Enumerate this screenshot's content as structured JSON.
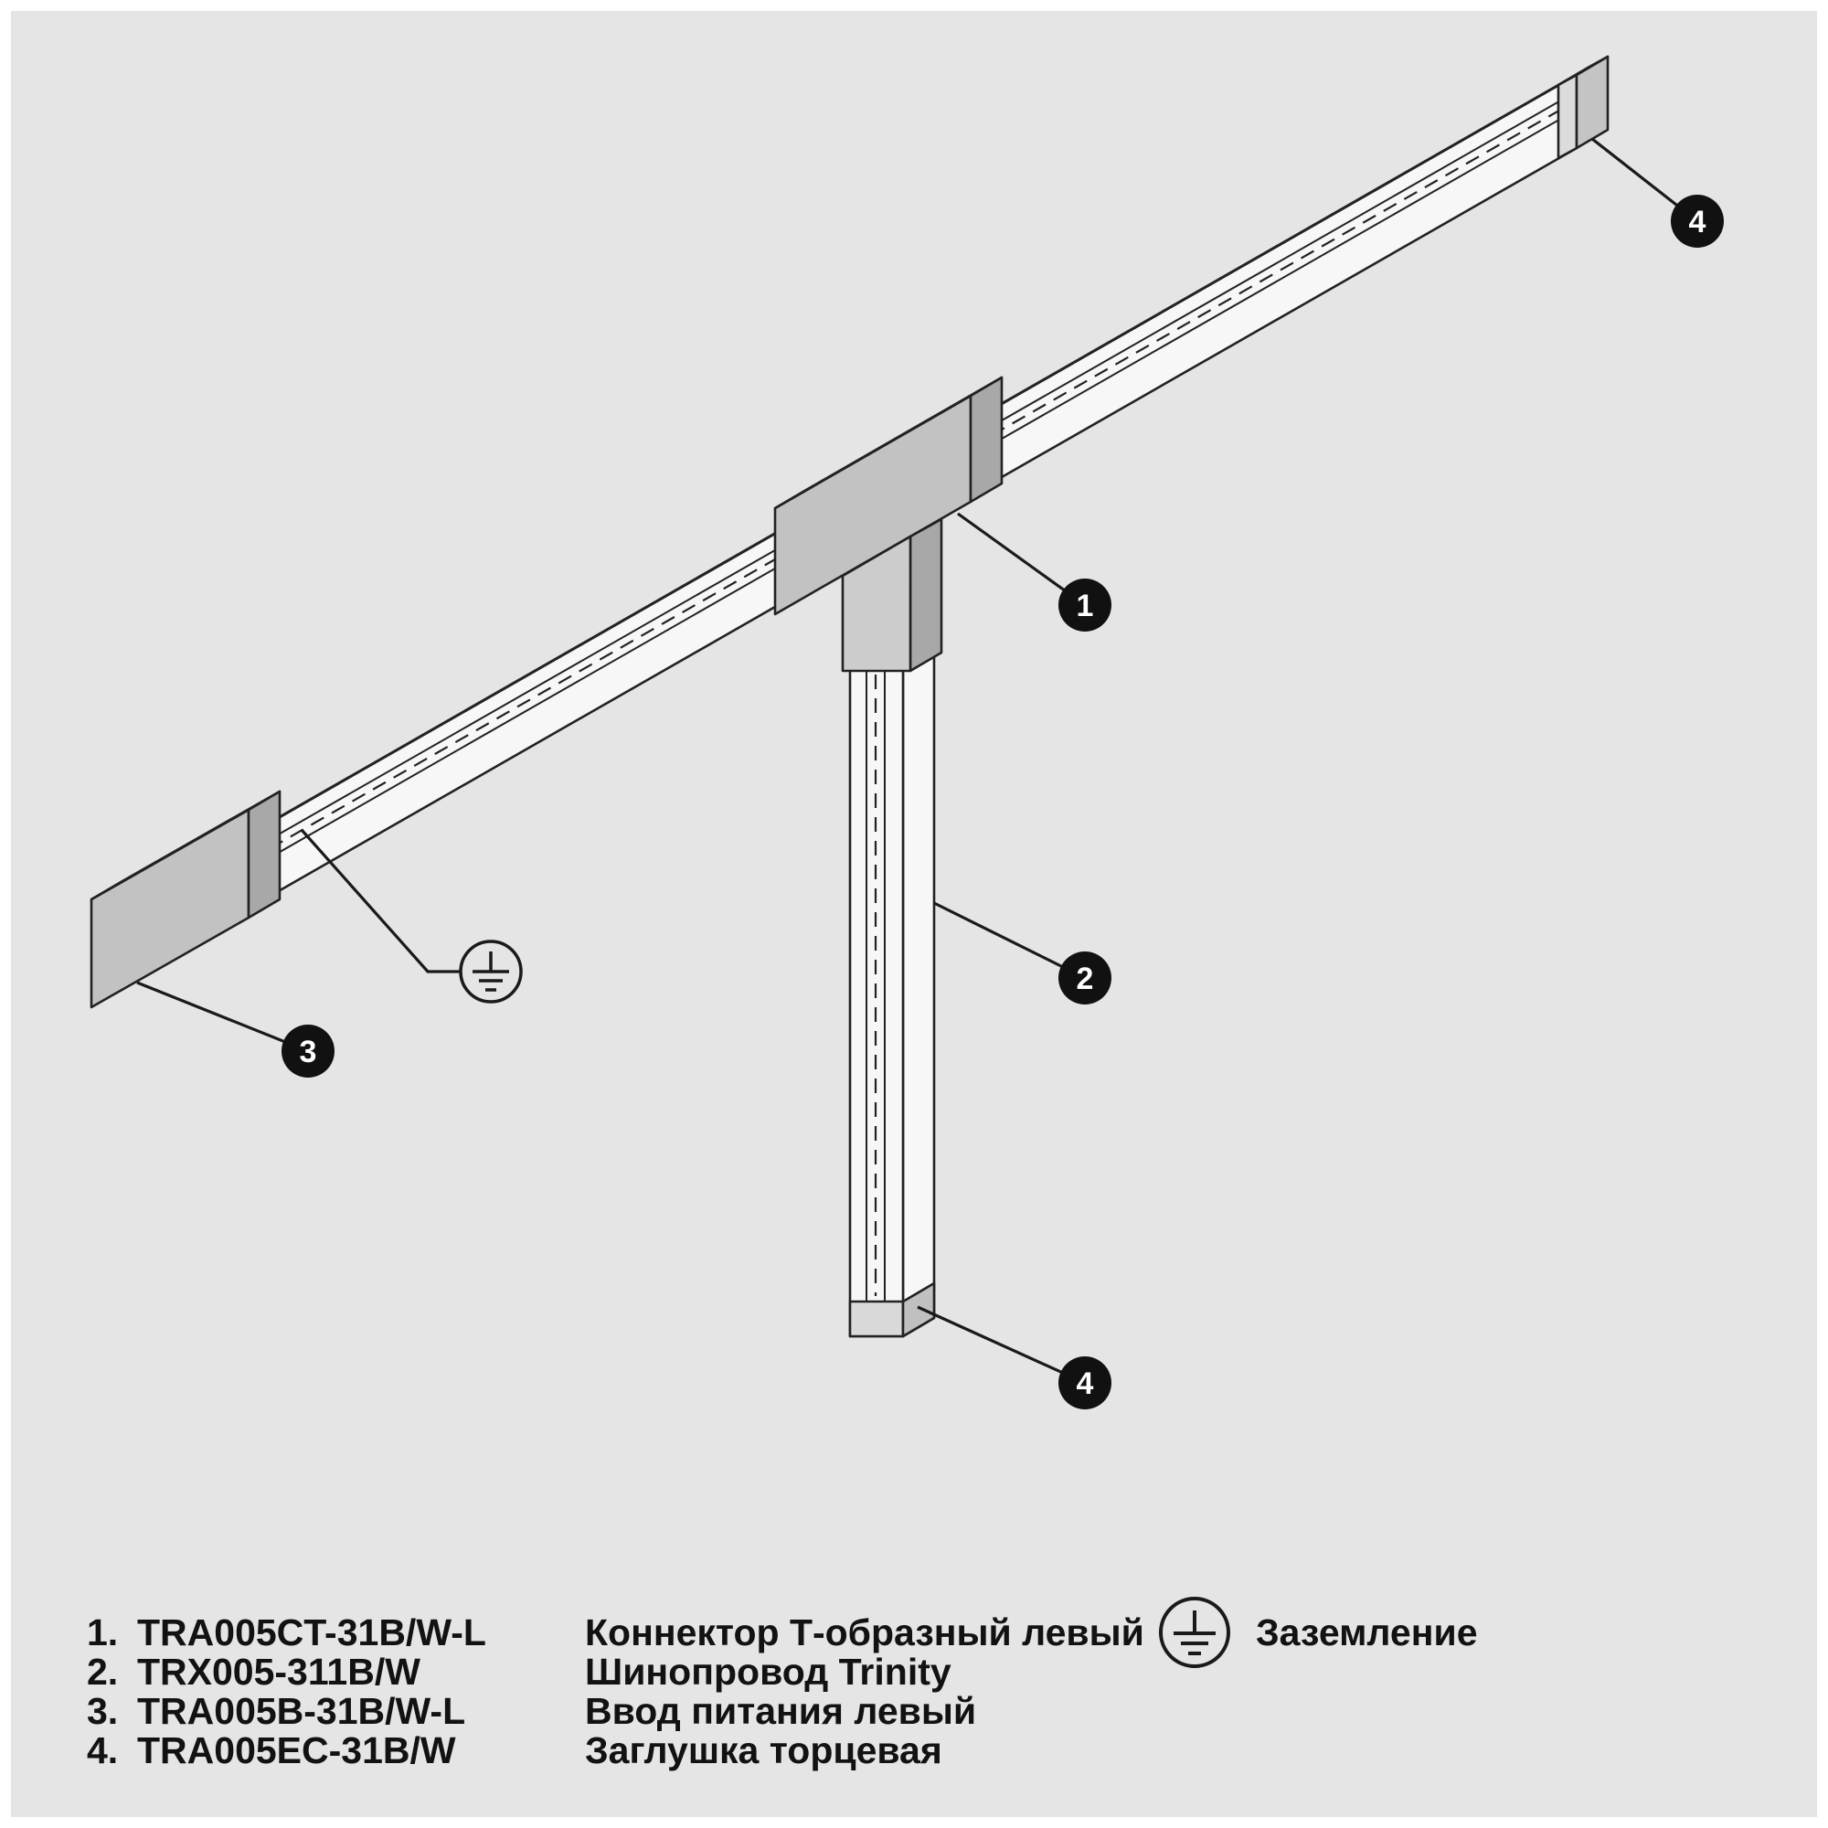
{
  "colors": {
    "background": "#e5e5e5",
    "frame": "#ffffff",
    "line": "#222222",
    "track_fill": "#f7f7f7",
    "connector_fill": "#c2c2c2",
    "connector_top_fill": "#d6d6d6",
    "connector_side_fill": "#a8a8a8",
    "end_cap_fill": "#c4c4c4",
    "badge_background": "#111111",
    "badge_text": "#ffffff",
    "text": "#121212"
  },
  "diagram": {
    "callouts": [
      {
        "label": "1"
      },
      {
        "label": "2"
      },
      {
        "label": "3"
      },
      {
        "label": "4"
      },
      {
        "label": "4"
      }
    ],
    "ground_icon": "protective-earth-ground"
  },
  "legend": {
    "items": [
      {
        "num": "1.",
        "code": "TRA005CT-31B/W-L",
        "desc": "Коннектор Т-образный левый"
      },
      {
        "num": "2.",
        "code": "TRX005-311B/W",
        "desc": "Шинопровод Trinity"
      },
      {
        "num": "3.",
        "code": "TRA005B-31B/W-L",
        "desc": "Ввод питания левый"
      },
      {
        "num": "4.",
        "code": "TRA005EC-31B/W",
        "desc": "Заглушка торцевая"
      }
    ],
    "ground": {
      "icon": "protective-earth-ground",
      "label": "Заземление"
    }
  }
}
